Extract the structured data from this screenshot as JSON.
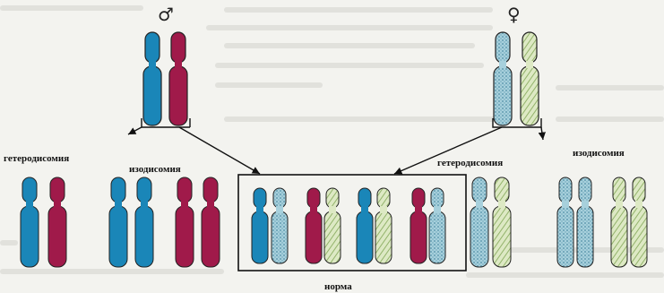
{
  "labels": {
    "male_symbol": "♂",
    "female_symbol": "♀",
    "hetero_left": "гетеродисомия",
    "iso_left": "изодисомия",
    "hetero_right": "гетеродисомия",
    "iso_right": "изодисомия",
    "norm": "норма"
  },
  "colors": {
    "paternal_blue": "#1a86b8",
    "paternal_red": "#a01a4a",
    "maternal_blue_pattern": "#9ec8d6",
    "maternal_green_pattern": "#c7dca6",
    "outline": "#222222"
  }
}
